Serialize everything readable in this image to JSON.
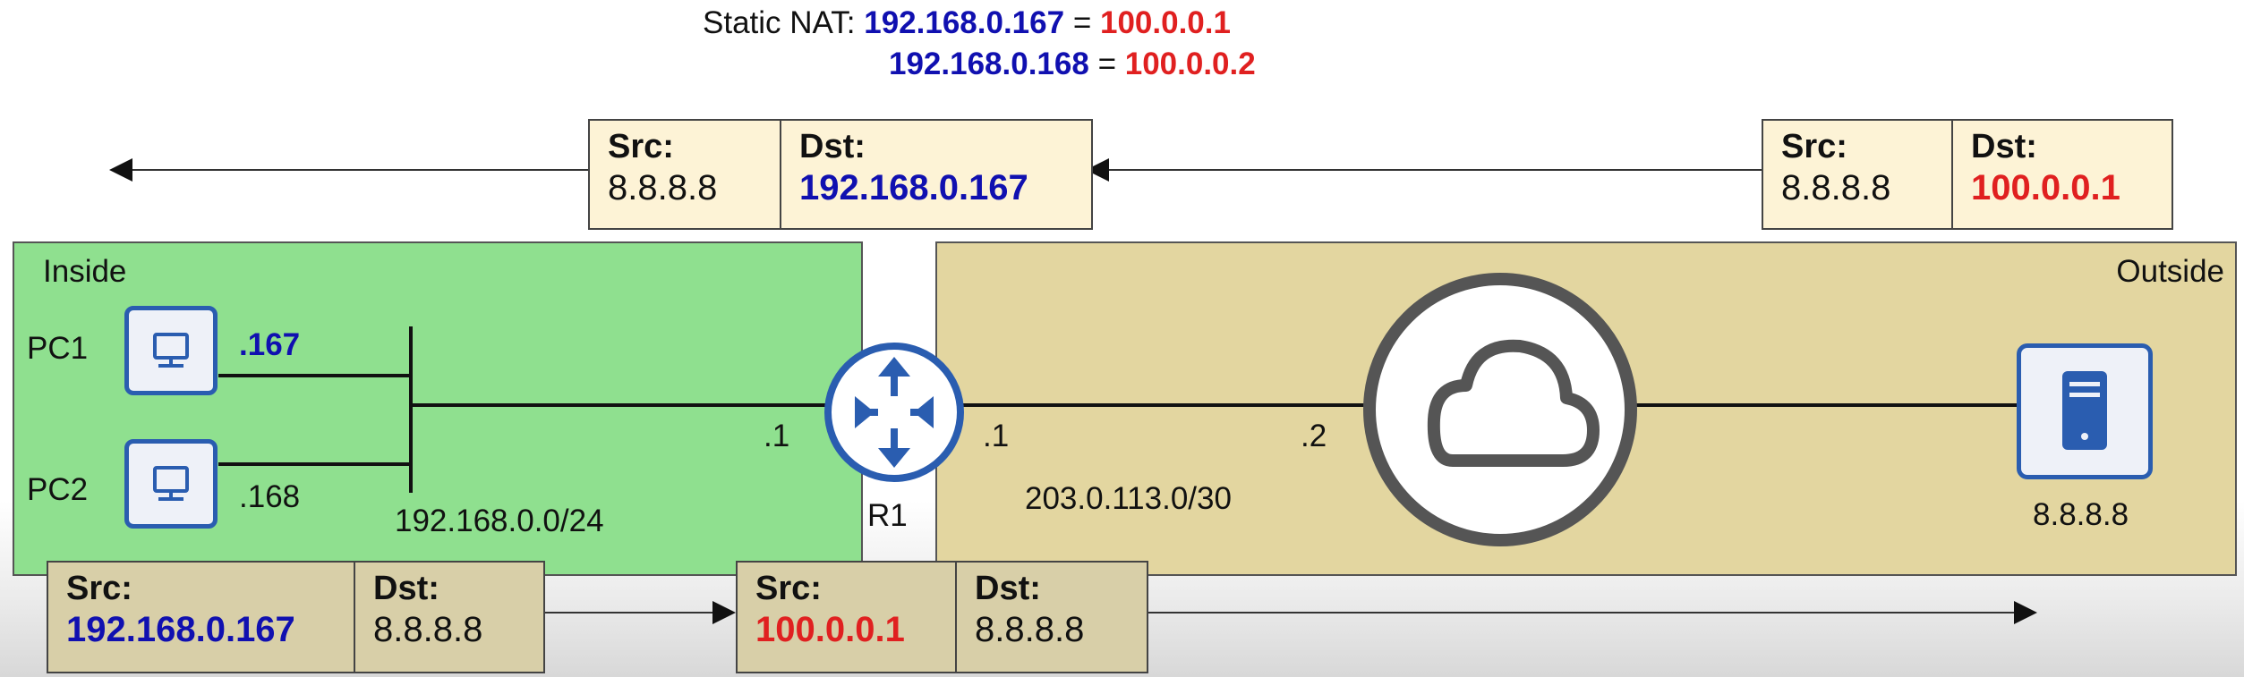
{
  "nat": {
    "prefix": "Static NAT:",
    "rows": [
      {
        "inside": "192.168.0.167",
        "eq": "=",
        "outside": "100.0.0.1"
      },
      {
        "inside": "192.168.0.168",
        "eq": "=",
        "outside": "100.0.0.2"
      }
    ]
  },
  "zones": {
    "inside": "Inside",
    "outside": "Outside"
  },
  "hosts": {
    "pc1": {
      "name": "PC1",
      "ip": ".167"
    },
    "pc2": {
      "name": "PC2",
      "ip": ".168"
    },
    "router": {
      "name": "R1",
      "inside_ip": ".1",
      "outside_ip": ".1"
    },
    "isp": {
      "ip": ".2"
    },
    "server": {
      "ip": "8.8.8.8"
    }
  },
  "subnets": {
    "inside": "192.168.0.0/24",
    "outside": "203.0.113.0/30"
  },
  "packets": {
    "top_left": {
      "src_label": "Src:",
      "src": "8.8.8.8",
      "dst_label": "Dst:",
      "dst": "192.168.0.167"
    },
    "top_right": {
      "src_label": "Src:",
      "src": "8.8.8.8",
      "dst_label": "Dst:",
      "dst": "100.0.0.1"
    },
    "bottom_left": {
      "src_label": "Src:",
      "src": "192.168.0.167",
      "dst_label": "Dst:",
      "dst": "8.8.8.8"
    },
    "bottom_right": {
      "src_label": "Src:",
      "src": "100.0.0.1",
      "dst_label": "Dst:",
      "dst": "8.8.8.8"
    }
  },
  "colors": {
    "inside_addr": "#1010b0",
    "outside_addr": "#e02020",
    "inside_zone": "#8fe08f",
    "outside_zone": "#e3d6a0",
    "device": "#2a5db0"
  },
  "icons": [
    "pc-icon",
    "router-icon",
    "cloud-icon",
    "server-icon"
  ]
}
